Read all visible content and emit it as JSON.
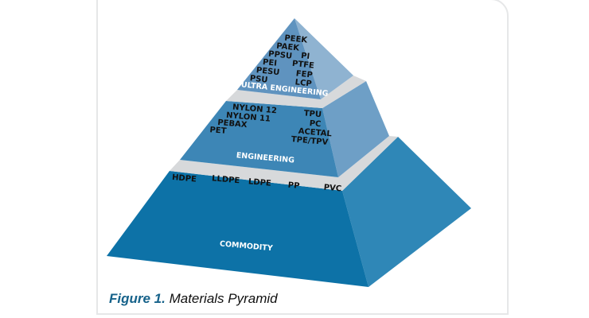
{
  "colors": {
    "ultra_front": "#5f93bf",
    "ultra_side": "#8fb3d1",
    "eng_front": "#3d86b6",
    "eng_side": "#6e9fc6",
    "commodity_front": "#0d72a7",
    "commodity_side": "#2f87b7",
    "separator": "#d7d9db",
    "caption_accent": "#16628a"
  },
  "tiers": {
    "ultra": {
      "title": "ULTRA ENGINEERING",
      "left_materials": [
        "PEEK",
        "PAEK",
        "PPSU",
        "PEI",
        "PESU",
        "PSU"
      ],
      "right_materials": [
        "PI",
        "PTFE",
        "FEP",
        "LCP"
      ]
    },
    "engineering": {
      "title": "ENGINEERING",
      "left_materials": [
        "NYLON 12",
        "NYLON 11",
        "PEBAX",
        "PET"
      ],
      "right_materials": [
        "TPU",
        "PC",
        "ACETAL",
        "TPE/TPV"
      ]
    },
    "commodity": {
      "title": "COMMODITY",
      "materials": [
        "HDPE",
        "LLDPE",
        "LDPE",
        "PP",
        "PVC"
      ]
    }
  },
  "caption": {
    "figure": "Figure 1.",
    "title": "Materials Pyramid"
  }
}
